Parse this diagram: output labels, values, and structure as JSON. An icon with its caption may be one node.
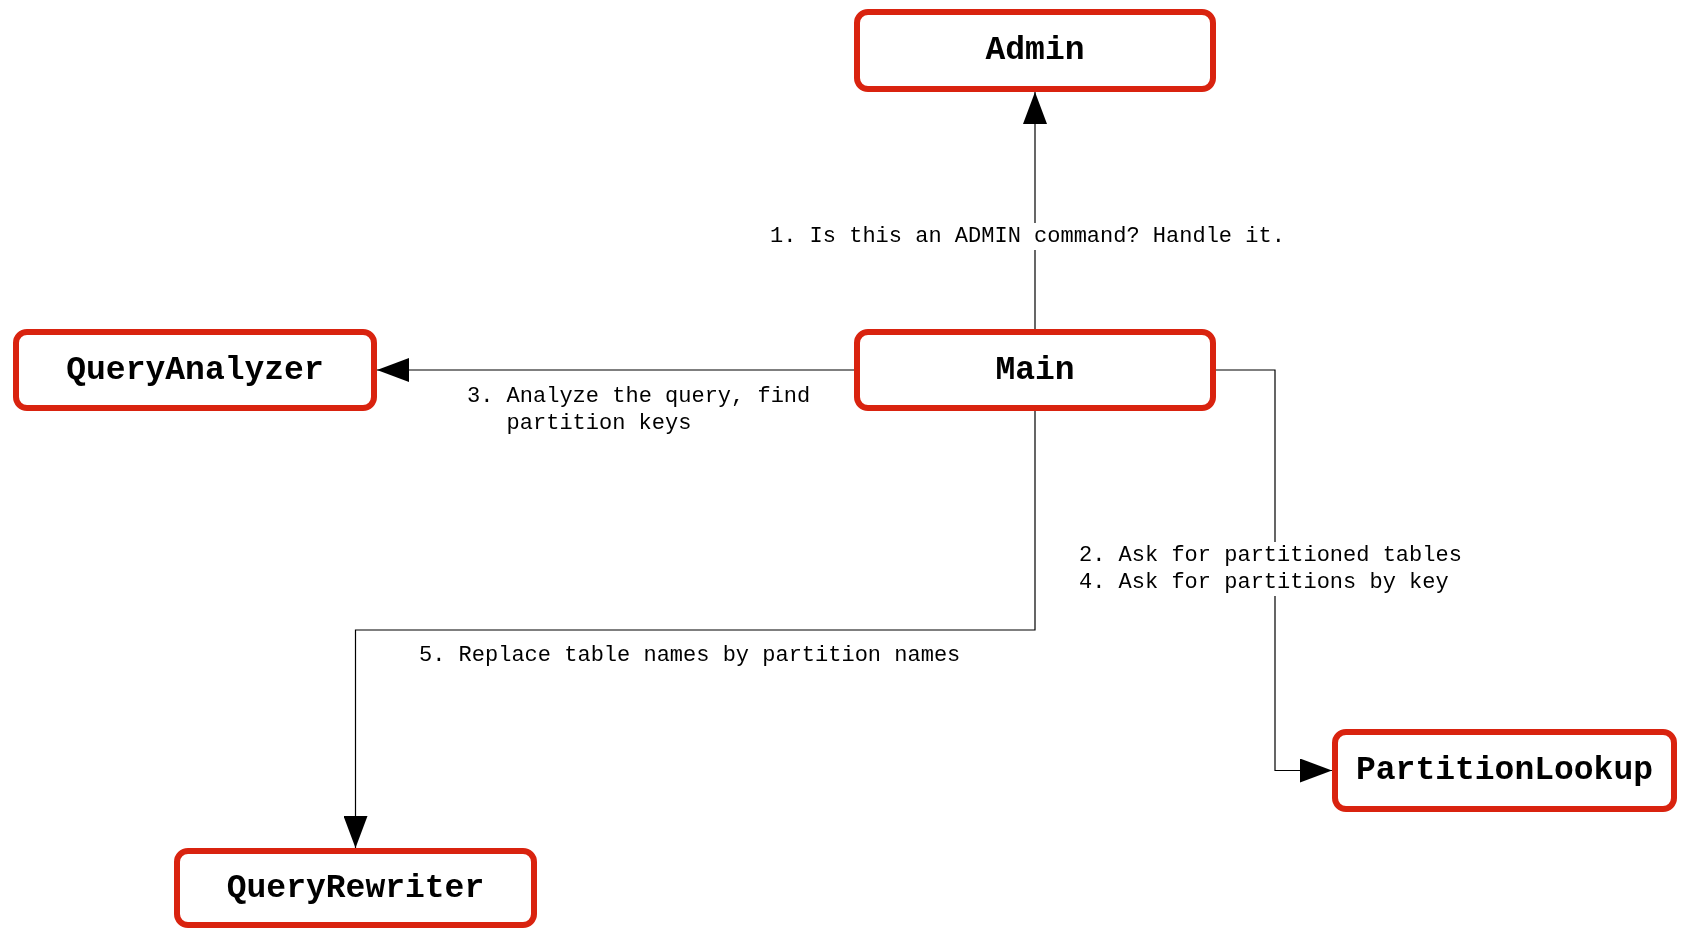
{
  "diagram": {
    "nodes": [
      {
        "text": [
          "Admin"
        ]
      },
      {
        "text": [
          "QueryAnalyzer"
        ]
      },
      {
        "text": [
          "Main"
        ]
      },
      {
        "text": [
          "PartitionLookup"
        ]
      },
      {
        "text": [
          "QueryRewriter"
        ]
      }
    ],
    "edges": [
      {
        "from": 2,
        "to": 0,
        "arrow": "to",
        "label": "1. Is this an ADMIN command? Handle it."
      },
      {
        "from": 2,
        "to": 1,
        "arrow": "to",
        "label": "3. Analyze the query, find partition keys"
      },
      {
        "from": 2,
        "to": 3,
        "arrow": "to",
        "label": "2. Ask for partitioned tables 4. Ask for partitions by key"
      },
      {
        "from": 2,
        "to": 4,
        "arrow": "to",
        "label": "5. Replace table names by partition names"
      }
    ]
  }
}
